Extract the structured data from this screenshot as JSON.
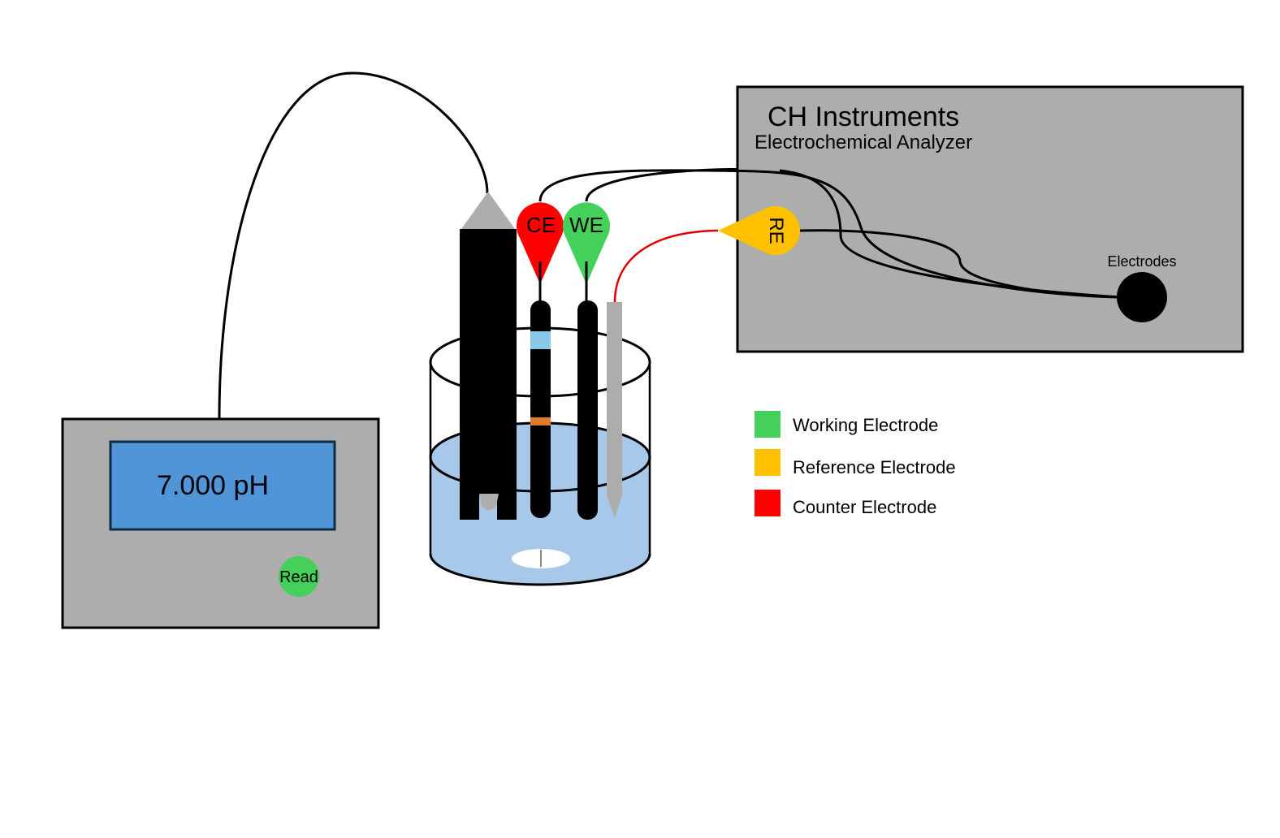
{
  "ph_meter": {
    "reading": "7.000 pH",
    "read_button_label": "Read"
  },
  "analyzer": {
    "brand": "CH Instruments",
    "subtitle": "Electrochemical Analyzer",
    "port_label": "Electrodes"
  },
  "electrodes": {
    "ce_label": "CE",
    "we_label": "WE",
    "re_label": "RE"
  },
  "legend": {
    "items": [
      {
        "label": "Working Electrode",
        "color": "#44d05a"
      },
      {
        "label": "Reference Electrode",
        "color": "#ffc000"
      },
      {
        "label": "Counter Electrode",
        "color": "#ff0000"
      }
    ]
  },
  "colors": {
    "device_body": "#adadad",
    "display": "#4f95d8",
    "solution": "#a8c8ea",
    "ce": "#ff0000",
    "we": "#44d05a",
    "re": "#ffc000",
    "read_button": "#44d05a"
  }
}
